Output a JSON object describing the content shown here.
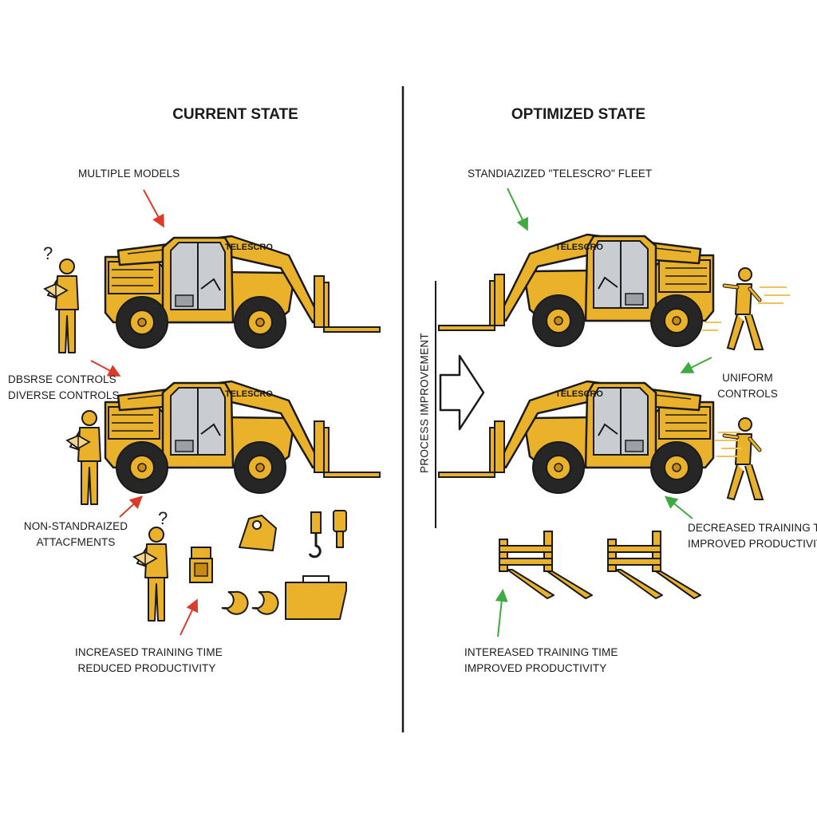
{
  "colors": {
    "machine_yellow": "#eab22b",
    "machine_yellow_dark": "#c98a12",
    "outline": "#1a1a1a",
    "cab_glass": "#c9ccd0",
    "tire": "#262626",
    "red_arrow": "#dd3b2a",
    "green_arrow": "#3faa3f",
    "motion_lines": "#f2c25a"
  },
  "current": {
    "heading": "CURRENT STATE",
    "label_models": "MULTIPLE MODELS",
    "label_controls_1": "DBSRSE CONTROLS",
    "label_controls_2": "DIVERSE CONTROLS",
    "label_attach_1": "NON-STANDRAIZED",
    "label_attach_2": "ATTACFMENTS",
    "label_result_1": "INCREASED TRAINING TIME",
    "label_result_2": "REDUCED PRODUCTIVITY",
    "machine_brand_top": "TELESCRO",
    "machine_brand_bottom": "TELESCRO",
    "question_mark": "?"
  },
  "divider": {
    "process_label": "PROCESS IMPROVEMENT"
  },
  "optimized": {
    "heading": "OPTIMIZED STATE",
    "label_fleet": "STANDIAZIZED \"TELESCRO\" FLEET",
    "label_controls_1": "UNIFORM",
    "label_controls_2": "CONTROLS",
    "label_result_1": "DECREASED TRAINING TIM",
    "label_result_2": "IMPROVED PRODUCTIVITY",
    "label_bottom_1": "INTEREASED TRAINING TIME",
    "label_bottom_2": "IMPROVED PRODUCTIVITY",
    "machine_brand_top": "TELESCRO",
    "machine_brand_bottom": "TELESCRO"
  }
}
